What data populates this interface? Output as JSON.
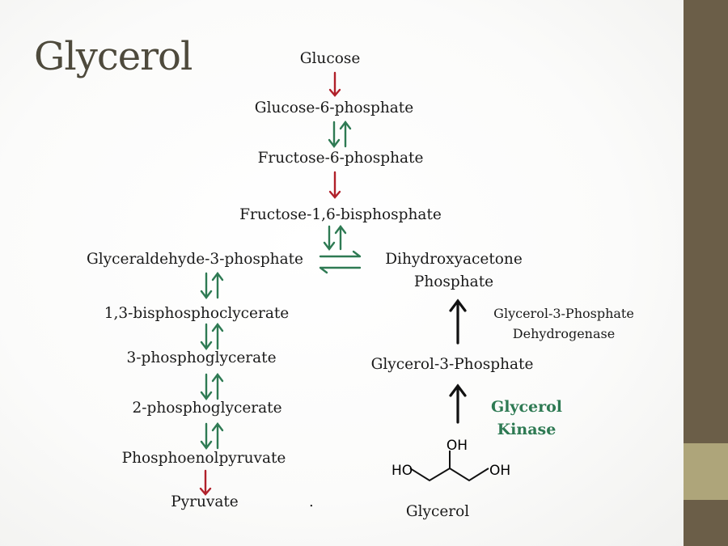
{
  "title": "Glycerol",
  "glycolysis": {
    "glucose": "Glucose",
    "glucose_6_phosphate": "Glucose-6-phosphate",
    "fructose_6_phosphate": "Fructose-6-phosphate",
    "fructose_1_6_bisphosphate": "Fructose-1,6-bisphosphate",
    "glyceraldehyde_3_phosphate": "Glyceraldehyde-3-phosphate",
    "bisphosphoglycerate": "1,3-bisphosphoclycerate",
    "phosphoglycerate_3": "3-phosphoglycerate",
    "phosphoglycerate_2": "2-phosphoglycerate",
    "phosphoenolpyruvate": "Phosphoenolpyruvate",
    "pyruvate": "Pyruvate"
  },
  "glycerol_path": {
    "dhap_line1": "Dihydroxyacetone",
    "dhap_line2": "Phosphate",
    "dehydrogenase_line1": "Glycerol-3-Phosphate",
    "dehydrogenase_line2": "Dehydrogenase",
    "glycerol_3_phosphate": "Glycerol-3-Phosphate",
    "kinase_line1": "Glycerol",
    "kinase_line2": "Kinase",
    "glycerol": "Glycerol"
  },
  "structure": {
    "oh_top": "OH",
    "ho_left": "HO",
    "oh_right": "OH"
  },
  "stray_mark": ".",
  "colors": {
    "irreversible_arrow": "#b0202a",
    "reversible_arrow": "#2e7a53",
    "enzyme_arrow": "#111111",
    "title": "#4e4a3c",
    "sidebar_dark": "#6b5e48",
    "sidebar_light": "#aea57a"
  }
}
